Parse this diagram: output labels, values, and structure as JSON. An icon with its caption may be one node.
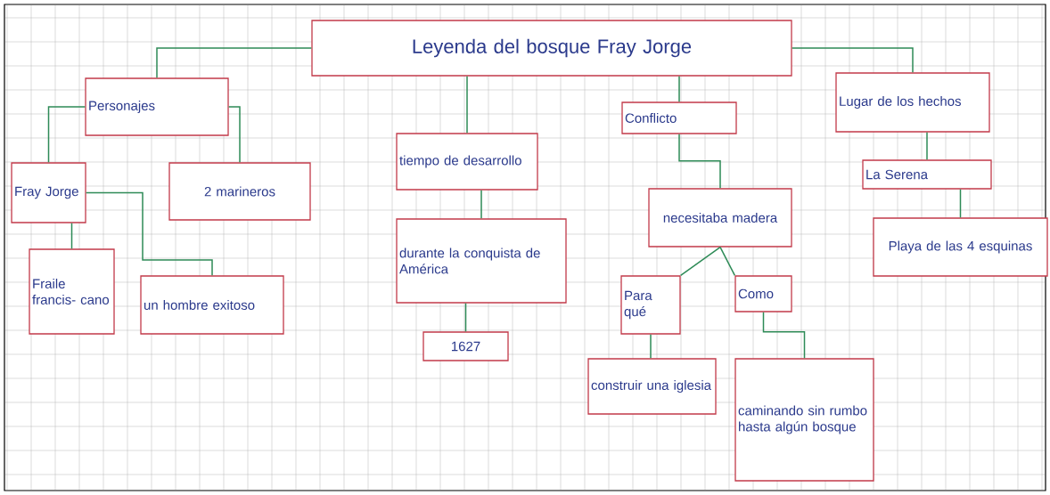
{
  "diagram": {
    "nodes": [
      {
        "text": [
          "Leyenda del bosque Fray Jorge"
        ]
      },
      {
        "text": [
          "Personajes"
        ]
      },
      {
        "text": [
          "Fray Jorge"
        ]
      },
      {
        "text": [
          "2 marineros"
        ]
      },
      {
        "text": [
          "Fraile francis- cano"
        ]
      },
      {
        "text": [
          "un hombre exitoso"
        ]
      },
      {
        "text": [
          "tiempo de desarrollo"
        ]
      },
      {
        "text": [
          "durante la conquista de América"
        ]
      },
      {
        "text": [
          "1627"
        ]
      },
      {
        "text": [
          "Conflicto"
        ]
      },
      {
        "text": [
          "necesitaba madera"
        ]
      },
      {
        "text": [
          "Para qué"
        ]
      },
      {
        "text": [
          "Como"
        ]
      },
      {
        "text": [
          "construir una iglesia"
        ]
      },
      {
        "text": [
          "caminando sin rumbo hasta algún bosque"
        ]
      },
      {
        "text": [
          "Lugar de los hechos"
        ]
      },
      {
        "text": [
          "La Serena"
        ]
      },
      {
        "text": [
          "Playa de las 4 esquinas"
        ]
      }
    ],
    "edges": [
      {
        "from": 0,
        "to": 1,
        "arrow": "none"
      },
      {
        "from": 0,
        "to": 6,
        "arrow": "none"
      },
      {
        "from": 0,
        "to": 9,
        "arrow": "none"
      },
      {
        "from": 0,
        "to": 15,
        "arrow": "none"
      },
      {
        "from": 1,
        "to": 2,
        "arrow": "none"
      },
      {
        "from": 1,
        "to": 3,
        "arrow": "none"
      },
      {
        "from": 2,
        "to": 4,
        "arrow": "none"
      },
      {
        "from": 2,
        "to": 5,
        "arrow": "none"
      },
      {
        "from": 6,
        "to": 7,
        "arrow": "none"
      },
      {
        "from": 7,
        "to": 8,
        "arrow": "none"
      },
      {
        "from": 9,
        "to": 10,
        "arrow": "none"
      },
      {
        "from": 10,
        "to": 11,
        "arrow": "none"
      },
      {
        "from": 10,
        "to": 12,
        "arrow": "none"
      },
      {
        "from": 11,
        "to": 13,
        "arrow": "none"
      },
      {
        "from": 12,
        "to": 14,
        "arrow": "none"
      },
      {
        "from": 15,
        "to": 16,
        "arrow": "none"
      },
      {
        "from": 16,
        "to": 17,
        "arrow": "none"
      }
    ]
  }
}
